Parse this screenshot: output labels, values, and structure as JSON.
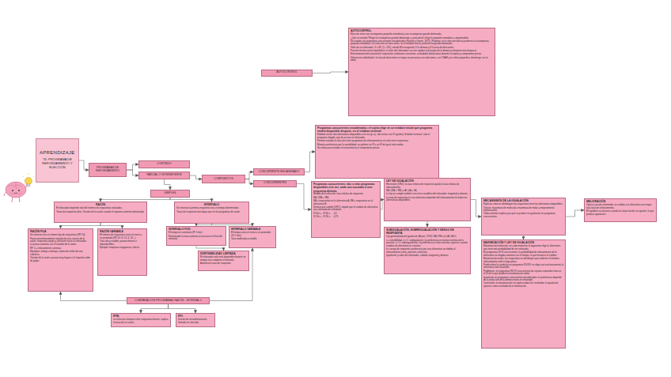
{
  "diagram": {
    "nodes": [
      {
        "text": [
          "APRENDIZAJE",
          "T6: PROGRAMA DE REFORZAMIENTO Y ELECCIÓN"
        ]
      },
      {
        "text": [
          "PROGRAMAS DE REFORZAMIENTO"
        ]
      },
      {
        "text": [
          "CONTINUO"
        ]
      },
      {
        "text": [
          "PARCIAL O INTERMITENTE"
        ]
      },
      {
        "text": [
          "SIMPLES"
        ]
      },
      {
        "text": [
          "RAZÓN",
          "El reforzador depende solo del número de respuestas realizadas.",
          "Tasas de respuesta altas. Tensión de la razón cuando el requisito aumenta demasiado."
        ]
      },
      {
        "text": [
          "RAZÓN FIJA",
          "Se refuerza tras un número fijo de respuestas (RF 10).",
          "Pausa posreforzamiento seguida de una carrera de la razón: respuesta rápida y constante hasta el reforzador.",
          "La pausa aumenta con el tamaño de la razón.",
          "RF 1 = reforzamiento continuo.",
          "Ejemplos: trabajo a destajo, tarjeta de sellos de una cafetería.",
          "Tensión de la razón: pausas muy largas si el requisito sube de golpe."
        ]
      },
      {
        "text": [
          "RAZÓN VARIABLE",
          "El número de respuestas varía en torno a un promedio (RV 10: 8, 12, 6, 14...).",
          "Tasa alta y estable, pausas breves e impredecibles.",
          "Ejemplo: máquinas tragaperras, lotería."
        ]
      },
      {
        "text": [
          "INTERVALO",
          "Se refuerza la primera respuesta tras un tiempo determinado.",
          "Tasas de respuesta más bajas que en los programas de razón."
        ]
      },
      {
        "text": [
          "INTERVALO FIJO",
          "El tiempo es constante (IF 2 min).",
          "Festoneado: la tasa aumenta al acercarse el final del intervalo."
        ]
      },
      {
        "text": [
          "INTERVALO VARIABLE",
          "El tiempo varía en torno a un promedio (IV 2 min).",
          "Tasa moderada y estable."
        ]
      },
      {
        "text": [
          "DISPONIBILIDAD LIMITADA",
          "El reforzador solo está disponible durante un tiempo tras cumplirse el intervalo.",
          "Aumenta la tasa de respuesta."
        ]
      },
      {
        "text": [
          "COMPARACIÓN PROGRAMAS RAZÓN - INTERVALO"
        ]
      },
      {
        "text": [
          "RTB:",
          "se refuerzan tiempos entre respuestas breves; explica la tasa alta en razón."
        ]
      },
      {
        "text": [
          "RTI:",
          "función de retroalimentación limitada en intervalo."
        ]
      },
      {
        "text": [
          "COMPUESTOS"
        ]
      },
      {
        "text": [
          "AUTOCONTROL"
        ]
      },
      {
        "text": [
          "AUTOCONTROL",
          "Elección entre una recompensa pequeña inmediata y una recompensa grande demorada.",
          "¿Qué se estudia? Elegir la recompensa grande demorada = autocontrol; elegir la pequeña inmediata = impulsividad.",
          "Se estudia con programas concurrentes encadenados (Rachlin y Green, 1972). Palomas: en la elección directa prefieren la recompensa pequeña inmediata; si la elección se hace antes, en el eslabón inicial, prefieren la grande demorada.",
          "Valor de un reforzador: V = M / (1 + KD), siendo M la magnitud, D la demora y K la tasa de descuento.",
          "Función de descuento hiperbólico: el valor del reforzador cae con rapidez al principio de la demora y después más despacio.",
          "Entrenamiento del autocontrol: exposición a demoras crecientes, actividades distractoras durante la espera y compromiso previo.",
          "Diferencias individuales: la tasa de descuento es mayor en personas con adicciones, con TDAH y en niños pequeños; disminuye con la edad."
        ]
      },
      {
        "text": [
          "CONCURRENTE ENCADENADO"
        ]
      },
      {
        "text": [
          "CONCURRENTES"
        ]
      },
      {
        "text": [
          "Programas concurrentes encadenados: el sujeto elige en un eslabón inicial qué programa tendrá disponible después, en el eslabón terminal.",
          "Eslabón inicial: dos alternativas disponibles a la vez (p. ej., dos teclas con IV iguales). Eslabón terminal: solo el programa elegido, que da acceso al reforzador.",
          "Permite estudiar la elección entre programas de reforzamiento y no solo entre respuestas.",
          "Muestra preferencia por la variabilidad: se prefiere un IV a un IF de igual valor medio.",
          "Se utiliza para estudiar el autocontrol y el compromiso previo."
        ]
      },
      {
        "text": [
          "Programas concurrentes: dos o más programas disponibles a la vez, cada uno asociado a una respuesta distinta.",
          "Medida de la elección: tasa relativa de respuesta.",
          "RA / (RA + RB)",
          "RA = respuestas en la alternativa A; RB = respuestas en la alternativa B.",
          "Demora por cambio (DPC): impide que el cambio de alternativa sea reforzado de inmediato.",
          "IV 60 s – IV 60 s → 0,5",
          "IV 30 s – IV 90 s → 0,75"
        ]
      },
      {
        "text": [
          "LEY DE IGUALACIÓN",
          "Herrnstein (1961): la tasa relativa de respuesta iguala la tasa relativa de reforzamiento.",
          "RA / (RA + RB) = rA / (rA + rB)",
          "La ley se cumple también con otras variables del reforzador: magnitud y demora.",
          "La tasa de respuesta en una alternativa depende del reforzamiento de todas las alternativas disponibles."
        ]
      },
      {
        "text": [
          "SUBIGUALACIÓN, SOBREIGUALACIÓN Y SESGO DE RESPUESTA",
          "Ley generalizada de igualación (Baum, 1974): RA / RB = b (rA / rB)^s",
          "s = sensibilidad. s < 1: subigualación, la preferencia es menos extrema de lo previsto. s > 1: sobreigualación, la preferencia es más extrema; aparece cuando cambiar de alternativa es costoso.",
          "b = sesgo de respuesta: preferencia por una alternativa no debida al reforzamiento (color, posición, esfuerzo).",
          "Igualación y valor del reforzador: calidad, magnitud y demora."
        ]
      },
      {
        "text": [
          "MECANISMOS DE LA IGUALACIÓN",
          "Explican cómo se distribuyen las respuestas entre las alternativas disponibles.",
          "Teorías: maximización molecular, maximización molar y mejoramiento (melioración).",
          "Todas intentan explicar por qué se produce la igualación en programas concurrentes."
        ]
      },
      {
        "text": [
          "MAXIMIZACIÓN Y LEY DE IGUALACIÓN",
          "Maximización molecular: en cada momento el organismo elige la alternativa que tiene más probabilidad de ser reforzada.",
          "En programas IV-IV concurrentes, la probabilidad de reforzamiento de la alternativa no elegida aumenta con el tiempo, lo que favorece el cambio.",
          "Maximización molar: las respuestas se distribuyen para obtener el máximo reforzamiento total a largo plazo.",
          "Predice bien la conducta en programas RV-RV: se elige casi exclusivamente la alternativa más favorable.",
          "Problemas: en programas RV-IV concurrentes los sujetos responden más en el IV de lo que predice la maximización molar.",
          "Igualación en programas concurrentes encadenados: la preferencia depende de la reducción de la demora hasta el reforzador.",
          "Conclusión: la maximización no explica todos los resultados; la igualación aparece como resultado de la melioración."
        ]
      },
      {
        "text": [
          "MELIORACIÓN",
          "Opera a escala intermedia: se cambia a la alternativa con mayor tasa local de reforzamiento.",
          "El equilibrio se alcanza cuando las tasas locales se igualan, lo que produce igualación."
        ]
      }
    ],
    "edges": [
      {
        "from": 0,
        "to": 1,
        "arrow": "to"
      },
      {
        "from": 1,
        "to": 2,
        "arrow": "to"
      },
      {
        "from": 1,
        "to": 3,
        "arrow": "to"
      },
      {
        "from": 3,
        "to": 4,
        "arrow": "to"
      },
      {
        "from": 3,
        "to": 15,
        "arrow": "to"
      },
      {
        "from": 4,
        "to": 5,
        "arrow": "to"
      },
      {
        "from": 4,
        "to": 8,
        "arrow": "to"
      },
      {
        "from": 5,
        "to": 6,
        "arrow": "to"
      },
      {
        "from": 5,
        "to": 7,
        "arrow": "to"
      },
      {
        "from": 8,
        "to": 9,
        "arrow": "to"
      },
      {
        "from": 8,
        "to": 10,
        "arrow": "to"
      },
      {
        "from": 9,
        "to": 11,
        "arrow": "to"
      },
      {
        "from": 12,
        "to": 6,
        "arrow": "to"
      },
      {
        "from": 12,
        "to": 10,
        "arrow": "to"
      },
      {
        "from": 12,
        "to": 13,
        "arrow": "to"
      },
      {
        "from": 12,
        "to": 14,
        "arrow": "to"
      },
      {
        "from": 15,
        "to": 18,
        "arrow": "to"
      },
      {
        "from": 15,
        "to": 19,
        "arrow": "to"
      },
      {
        "from": 16,
        "to": 17,
        "arrow": "to"
      },
      {
        "from": 18,
        "to": 20,
        "arrow": "to"
      },
      {
        "from": 19,
        "to": 21,
        "arrow": "to"
      },
      {
        "from": 21,
        "to": 22,
        "arrow": "to"
      },
      {
        "from": 22,
        "to": 23,
        "arrow": "to"
      },
      {
        "from": 22,
        "to": 24,
        "arrow": "to"
      },
      {
        "from": 24,
        "to": 25,
        "arrow": "to"
      },
      {
        "from": 24,
        "to": 26,
        "arrow": "to"
      }
    ]
  }
}
